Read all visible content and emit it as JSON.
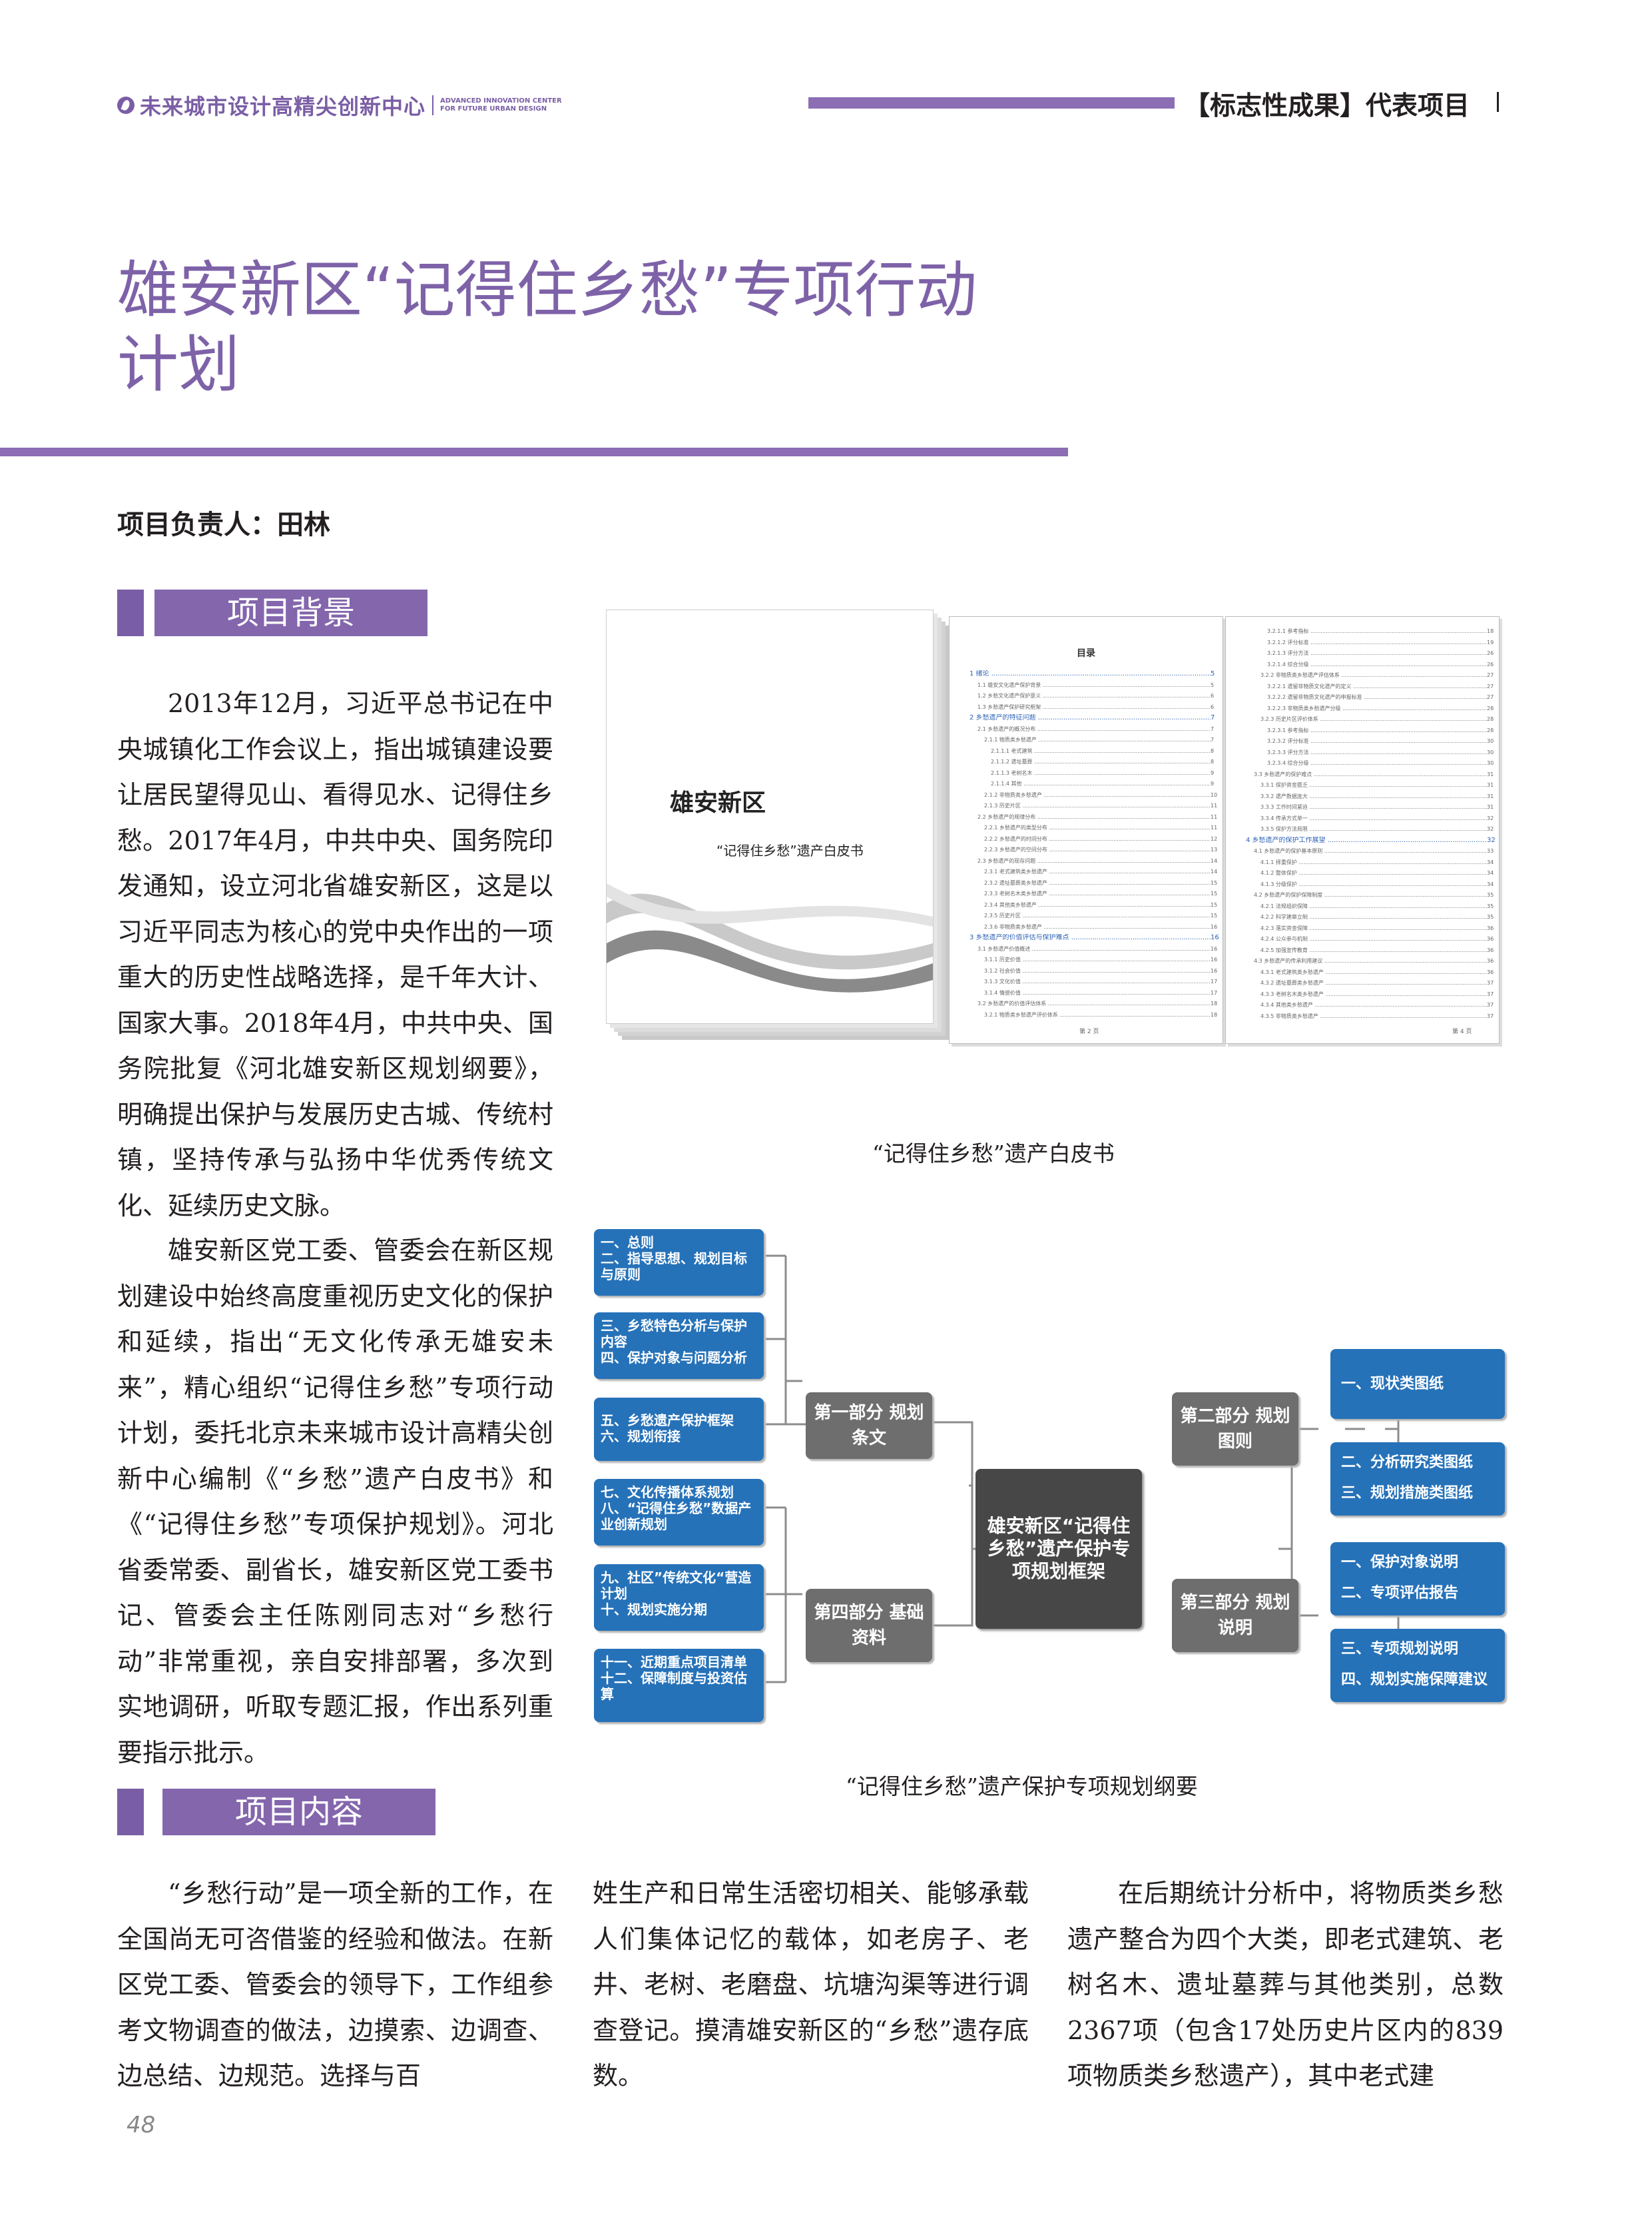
{
  "header": {
    "brand_cn": "未来城市设计高精尖创新中心",
    "brand_en_1": "ADVANCED INNOVATION CENTER",
    "brand_en_2": "FOR FUTURE URBAN DESIGN",
    "section_label": "【标志性成果】代表项目"
  },
  "article": {
    "title_line1": "雄安新区“记得住乡愁”专项行动",
    "title_line2": "计划",
    "leader": "项目负责人：田林"
  },
  "sections": {
    "background_heading": "项目背景",
    "content_heading": "项目内容"
  },
  "background_paragraphs": [
    "2013年12月，习近平总书记在中央城镇化工作会议上，指出城镇建设要让居民望得见山、看得见水、记得住乡愁。2017年4月，中共中央、国务院印发通知，设立河北省雄安新区，这是以习近平同志为核心的党中央作出的一项重大的历史性战略选择，是千年大计、国家大事。2018年4月，中共中央、国务院批复《河北雄安新区规划纲要》，明确提出保护与发展历史古城、传统村镇，坚持传承与弘扬中华优秀传统文化、延续历史文脉。",
    "雄安新区党工委、管委会在新区规划建设中始终高度重视历史文化的保护和延续，指出“无文化传承无雄安未来”，精心组织“记得住乡愁”专项行动计划，委托北京未来城市设计高精尖创新中心编制《“乡愁”遗产白皮书》和《“记得住乡愁”专项保护规划》。河北省委常委、副省长，雄安新区党工委书记、管委会主任陈刚同志对“乡愁行动”非常重视，亲自安排部署，多次到实地调研，听取专题汇报，作出系列重要指示批示。"
  ],
  "content_columns": [
    "“乡愁行动”是一项全新的工作，在全国尚无可咨借鉴的经验和做法。在新区党工委、管委会的领导下，工作组参考文物调查的做法，边摸索、边调查、边总结、边规范。选择与百",
    "姓生产和日常生活密切相关、能够承载人们集体记忆的载体，如老房子、老井、老树、老磨盘、坑塘沟渠等进行调查登记。摸清雄安新区的“乡愁”遗存底数。",
    "在后期统计分析中，将物质类乡愁遗产整合为四个大类，即老式建筑、老树名木、遗址墓葬与其他类别，总数2367项（包含17处历史片区内的839项物质类乡愁遗产），其中老式建"
  ],
  "whitepaper": {
    "cover_title": "雄安新区",
    "cover_subtitle": "“记得住乡愁”遗产白皮书",
    "toc_heading": "目录",
    "toc_left": [
      {
        "t": "1 绪论",
        "p": "5",
        "ch": true
      },
      {
        "t": "1.1 雄安文化遗产保护背景",
        "p": "5"
      },
      {
        "t": "1.2 乡愁文化遗产保护意义",
        "p": "6"
      },
      {
        "t": "1.3 乡愁遗产保护研究框架",
        "p": "6"
      },
      {
        "t": "2 乡愁遗产的特征问题",
        "p": "7",
        "ch": true
      },
      {
        "t": "2.1 乡愁遗产的概况分布",
        "p": "7"
      },
      {
        "t": "2.1.1 物质类乡愁遗产",
        "p": "7"
      },
      {
        "t": "2.1.1.1 老式建筑",
        "p": "8"
      },
      {
        "t": "2.1.1.2 遗址墓葬",
        "p": "8"
      },
      {
        "t": "2.1.1.3 老树名木",
        "p": "9"
      },
      {
        "t": "2.1.1.4 其他",
        "p": "9"
      },
      {
        "t": "2.1.2 非物质类乡愁遗产",
        "p": "10"
      },
      {
        "t": "2.1.3 历史片区",
        "p": "11"
      },
      {
        "t": "2.2 乡愁遗产的规律分布",
        "p": "11"
      },
      {
        "t": "2.2.1 乡愁遗产的类型分布",
        "p": "11"
      },
      {
        "t": "2.2.2 乡愁遗产的时间分布",
        "p": "12"
      },
      {
        "t": "2.2.3 乡愁遗产的空间分布",
        "p": "13"
      },
      {
        "t": "2.3 乡愁遗产的现存问题",
        "p": "14"
      },
      {
        "t": "2.3.1 老式建筑类乡愁遗产",
        "p": "14"
      },
      {
        "t": "2.3.2 遗址墓葬类乡愁遗产",
        "p": "15"
      },
      {
        "t": "2.3.3 老树名木类乡愁遗产",
        "p": "15"
      },
      {
        "t": "2.3.4 其他类乡愁遗产",
        "p": "15"
      },
      {
        "t": "2.3.5 历史片区",
        "p": "15"
      },
      {
        "t": "2.3.6 非物质类乡愁遗产",
        "p": "16"
      },
      {
        "t": "3 乡愁遗产的价值评估与保护难点",
        "p": "16",
        "ch": true
      },
      {
        "t": "3.1 乡愁遗产价值概述",
        "p": "16"
      },
      {
        "t": "3.1.1 历史价值",
        "p": "16"
      },
      {
        "t": "3.1.2 社会价值",
        "p": "16"
      },
      {
        "t": "3.1.3 文化价值",
        "p": "17"
      },
      {
        "t": "3.1.4 情感价值",
        "p": "17"
      },
      {
        "t": "3.2 乡愁遗产的价值评估体系",
        "p": "18"
      },
      {
        "t": "3.2.1 物质类乡愁遗产评价体系",
        "p": "18"
      }
    ],
    "toc_right": [
      {
        "t": "3.2.1.1 参考指标",
        "p": "18"
      },
      {
        "t": "3.2.1.2 评分标准",
        "p": "19"
      },
      {
        "t": "3.2.1.3 评分方法",
        "p": "26"
      },
      {
        "t": "3.2.1.4 综合分级",
        "p": "26"
      },
      {
        "t": "3.2.2 非物质类乡愁遗产评估体系",
        "p": "27"
      },
      {
        "t": "3.2.2.1 遗留非物质文化遗产的定义",
        "p": "27"
      },
      {
        "t": "3.2.2.2 遗留非物质文化遗产的申报标准",
        "p": "27"
      },
      {
        "t": "3.2.2.3 非物质类乡愁遗产分级",
        "p": "28"
      },
      {
        "t": "3.2.3 历史片区评价体系",
        "p": "28"
      },
      {
        "t": "3.2.3.1 参考指标",
        "p": "28"
      },
      {
        "t": "3.2.3.2 评分标准",
        "p": "30"
      },
      {
        "t": "3.2.3.3 评分方法",
        "p": "30"
      },
      {
        "t": "3.2.3.4 综合分级",
        "p": "30"
      },
      {
        "t": "3.3 乡愁遗产的保护难点",
        "p": "31"
      },
      {
        "t": "3.3.1 保护资金匮乏",
        "p": "31"
      },
      {
        "t": "3.3.2 遗产数据庞大",
        "p": "31"
      },
      {
        "t": "3.3.3 工作时间紧迫",
        "p": "31"
      },
      {
        "t": "3.3.4 传承方式单一",
        "p": "32"
      },
      {
        "t": "3.3.5 保护方法局限",
        "p": "32"
      },
      {
        "t": "4 乡愁遗产的保护工作展望",
        "p": "32",
        "ch": true
      },
      {
        "t": "4.1 乡愁遗产的保护基本原则",
        "p": "33"
      },
      {
        "t": "4.1.1 择重保护",
        "p": "34"
      },
      {
        "t": "4.1.2 整体保护",
        "p": "34"
      },
      {
        "t": "4.1.3 分级保护",
        "p": "34"
      },
      {
        "t": "4.2 乡愁遗产的保护保障制度",
        "p": "35"
      },
      {
        "t": "4.2.1 法规组织保障",
        "p": "35"
      },
      {
        "t": "4.2.2 科学建章立制",
        "p": "35"
      },
      {
        "t": "4.2.3 落实资金保障",
        "p": "36"
      },
      {
        "t": "4.2.4 公众参与机制",
        "p": "36"
      },
      {
        "t": "4.2.5 加强宣传教育",
        "p": "36"
      },
      {
        "t": "4.3 乡愁遗产的传承利用建议",
        "p": "36"
      },
      {
        "t": "4.3.1 老式建筑类乡愁遗产",
        "p": "36"
      },
      {
        "t": "4.3.2 遗址墓葬类乡愁遗产",
        "p": "37"
      },
      {
        "t": "4.3.3 老树名木类乡愁遗产",
        "p": "37"
      },
      {
        "t": "4.3.4 其他类乡愁遗产",
        "p": "37"
      },
      {
        "t": "4.3.5 非物质类乡愁遗产",
        "p": "37"
      }
    ],
    "toc_left_page": "第 2 页",
    "toc_right_page": "第 4 页",
    "caption": "“记得住乡愁”遗产白皮书"
  },
  "framework": {
    "center": "雄安新区“记得住乡愁”遗产保护专项规划框架",
    "part1": "第一部分 规划条文",
    "part2": "第二部分 规划图则",
    "part3": "第三部分 规划说明",
    "part4": "第四部分 基础资料",
    "left_boxes": [
      [
        "一、总则",
        "二、指导思想、规划目标与原则"
      ],
      [
        "三、乡愁特色分析与保护内容",
        "四、保护对象与问题分析"
      ],
      [
        "五、乡愁遗产保护框架",
        "六、规划衔接"
      ],
      [
        "七、文化传播体系规划",
        "八、“记得住乡愁”数据产业创新规划"
      ],
      [
        "九、社区”传统文化“营造计划",
        "十、规划实施分期"
      ],
      [
        "十一、近期重点项目清单",
        "十二、保障制度与投资估算"
      ]
    ],
    "right_boxes": [
      [
        "一、现状类图纸"
      ],
      [
        "二、分析研究类图纸",
        "三、规划措施类图纸"
      ],
      [
        "一、保护对象说明",
        "二、专项评估报告"
      ],
      [
        "三、专项规划说明",
        "四、规划实施保障建议"
      ]
    ],
    "caption": "“记得住乡愁”遗产保护专项规划纲要"
  },
  "page_number": "48",
  "colors": {
    "accent_purple": "#8466ad",
    "diagram_blue": "#2672b9",
    "diagram_grey": "#6e6e6e",
    "toc_blue": "#2c62b4"
  }
}
